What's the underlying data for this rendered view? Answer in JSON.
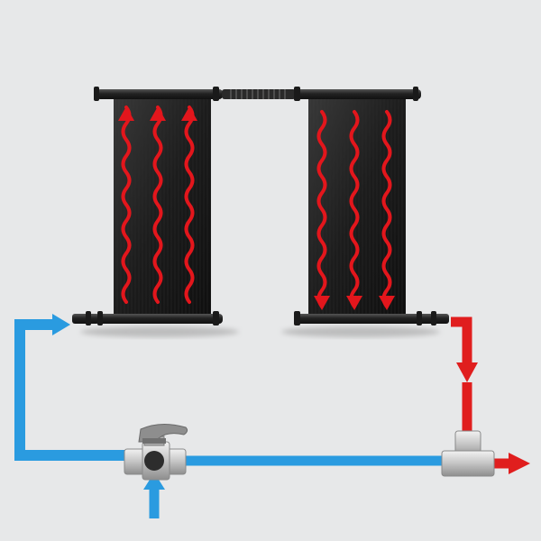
{
  "diagram": {
    "kind": "solar pool heater flow schematic",
    "panels": [
      {
        "id": "left-panel",
        "flow_direction": "up",
        "wave_count": 3
      },
      {
        "id": "right-panel",
        "flow_direction": "down",
        "wave_count": 3
      }
    ],
    "colors": {
      "background": "#e7e8e9",
      "cold_water": "#2a9be0",
      "hot_water": "#e01e1e",
      "panel_body": "#1e1e1e",
      "header_pipe": "#2b2b2b",
      "fitting_metal": "#c9c9c9"
    },
    "components": [
      "solar-panel",
      "solar-panel",
      "connector-hose",
      "three-way-valve",
      "tee-fitting"
    ],
    "icons": [
      "flow-arrow-icon",
      "valve-icon",
      "tee-fitting-icon"
    ]
  }
}
